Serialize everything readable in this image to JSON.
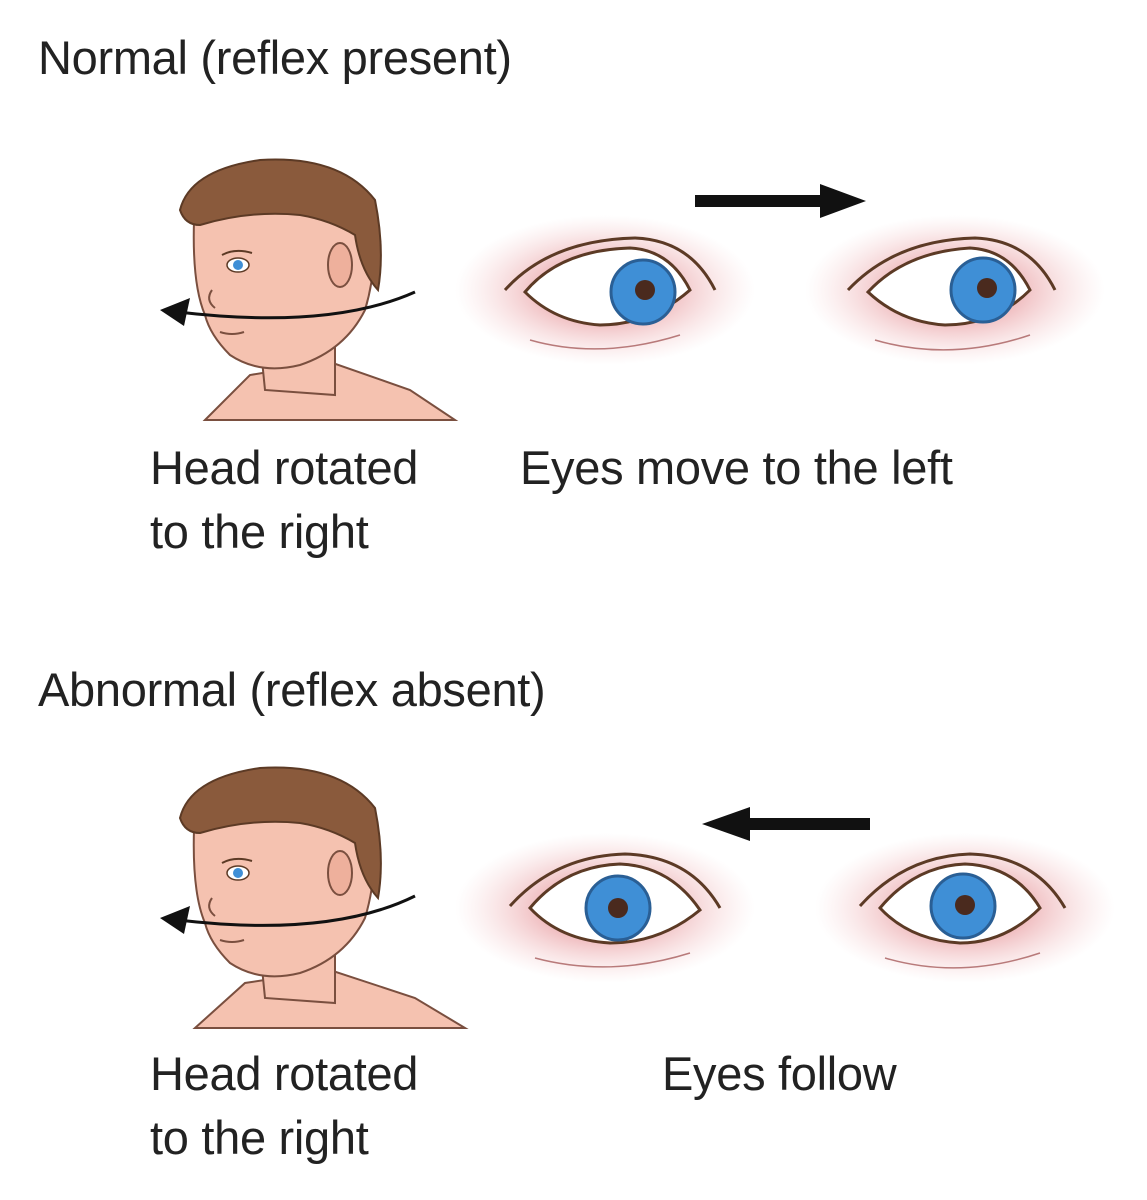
{
  "panels": [
    {
      "heading": "Normal (reflex present)",
      "head_caption": [
        "Head rotated",
        "to the right"
      ],
      "eyes_caption": "Eyes move to the left",
      "arrow": "right-arrow-icon",
      "gaze": "left"
    },
    {
      "heading": "Abnormal (reflex absent)",
      "head_caption": [
        "Head rotated",
        "to the right"
      ],
      "eyes_caption": "Eyes follow",
      "arrow": "left-arrow-icon",
      "gaze": "center"
    }
  ],
  "colors": {
    "skin": "#f5c2b0",
    "hair": "#8a5a3c",
    "iris": "#3f8fd6",
    "pupil": "#4a2a1e",
    "eye_glow": "#e9a0a4",
    "text": "#222222"
  }
}
